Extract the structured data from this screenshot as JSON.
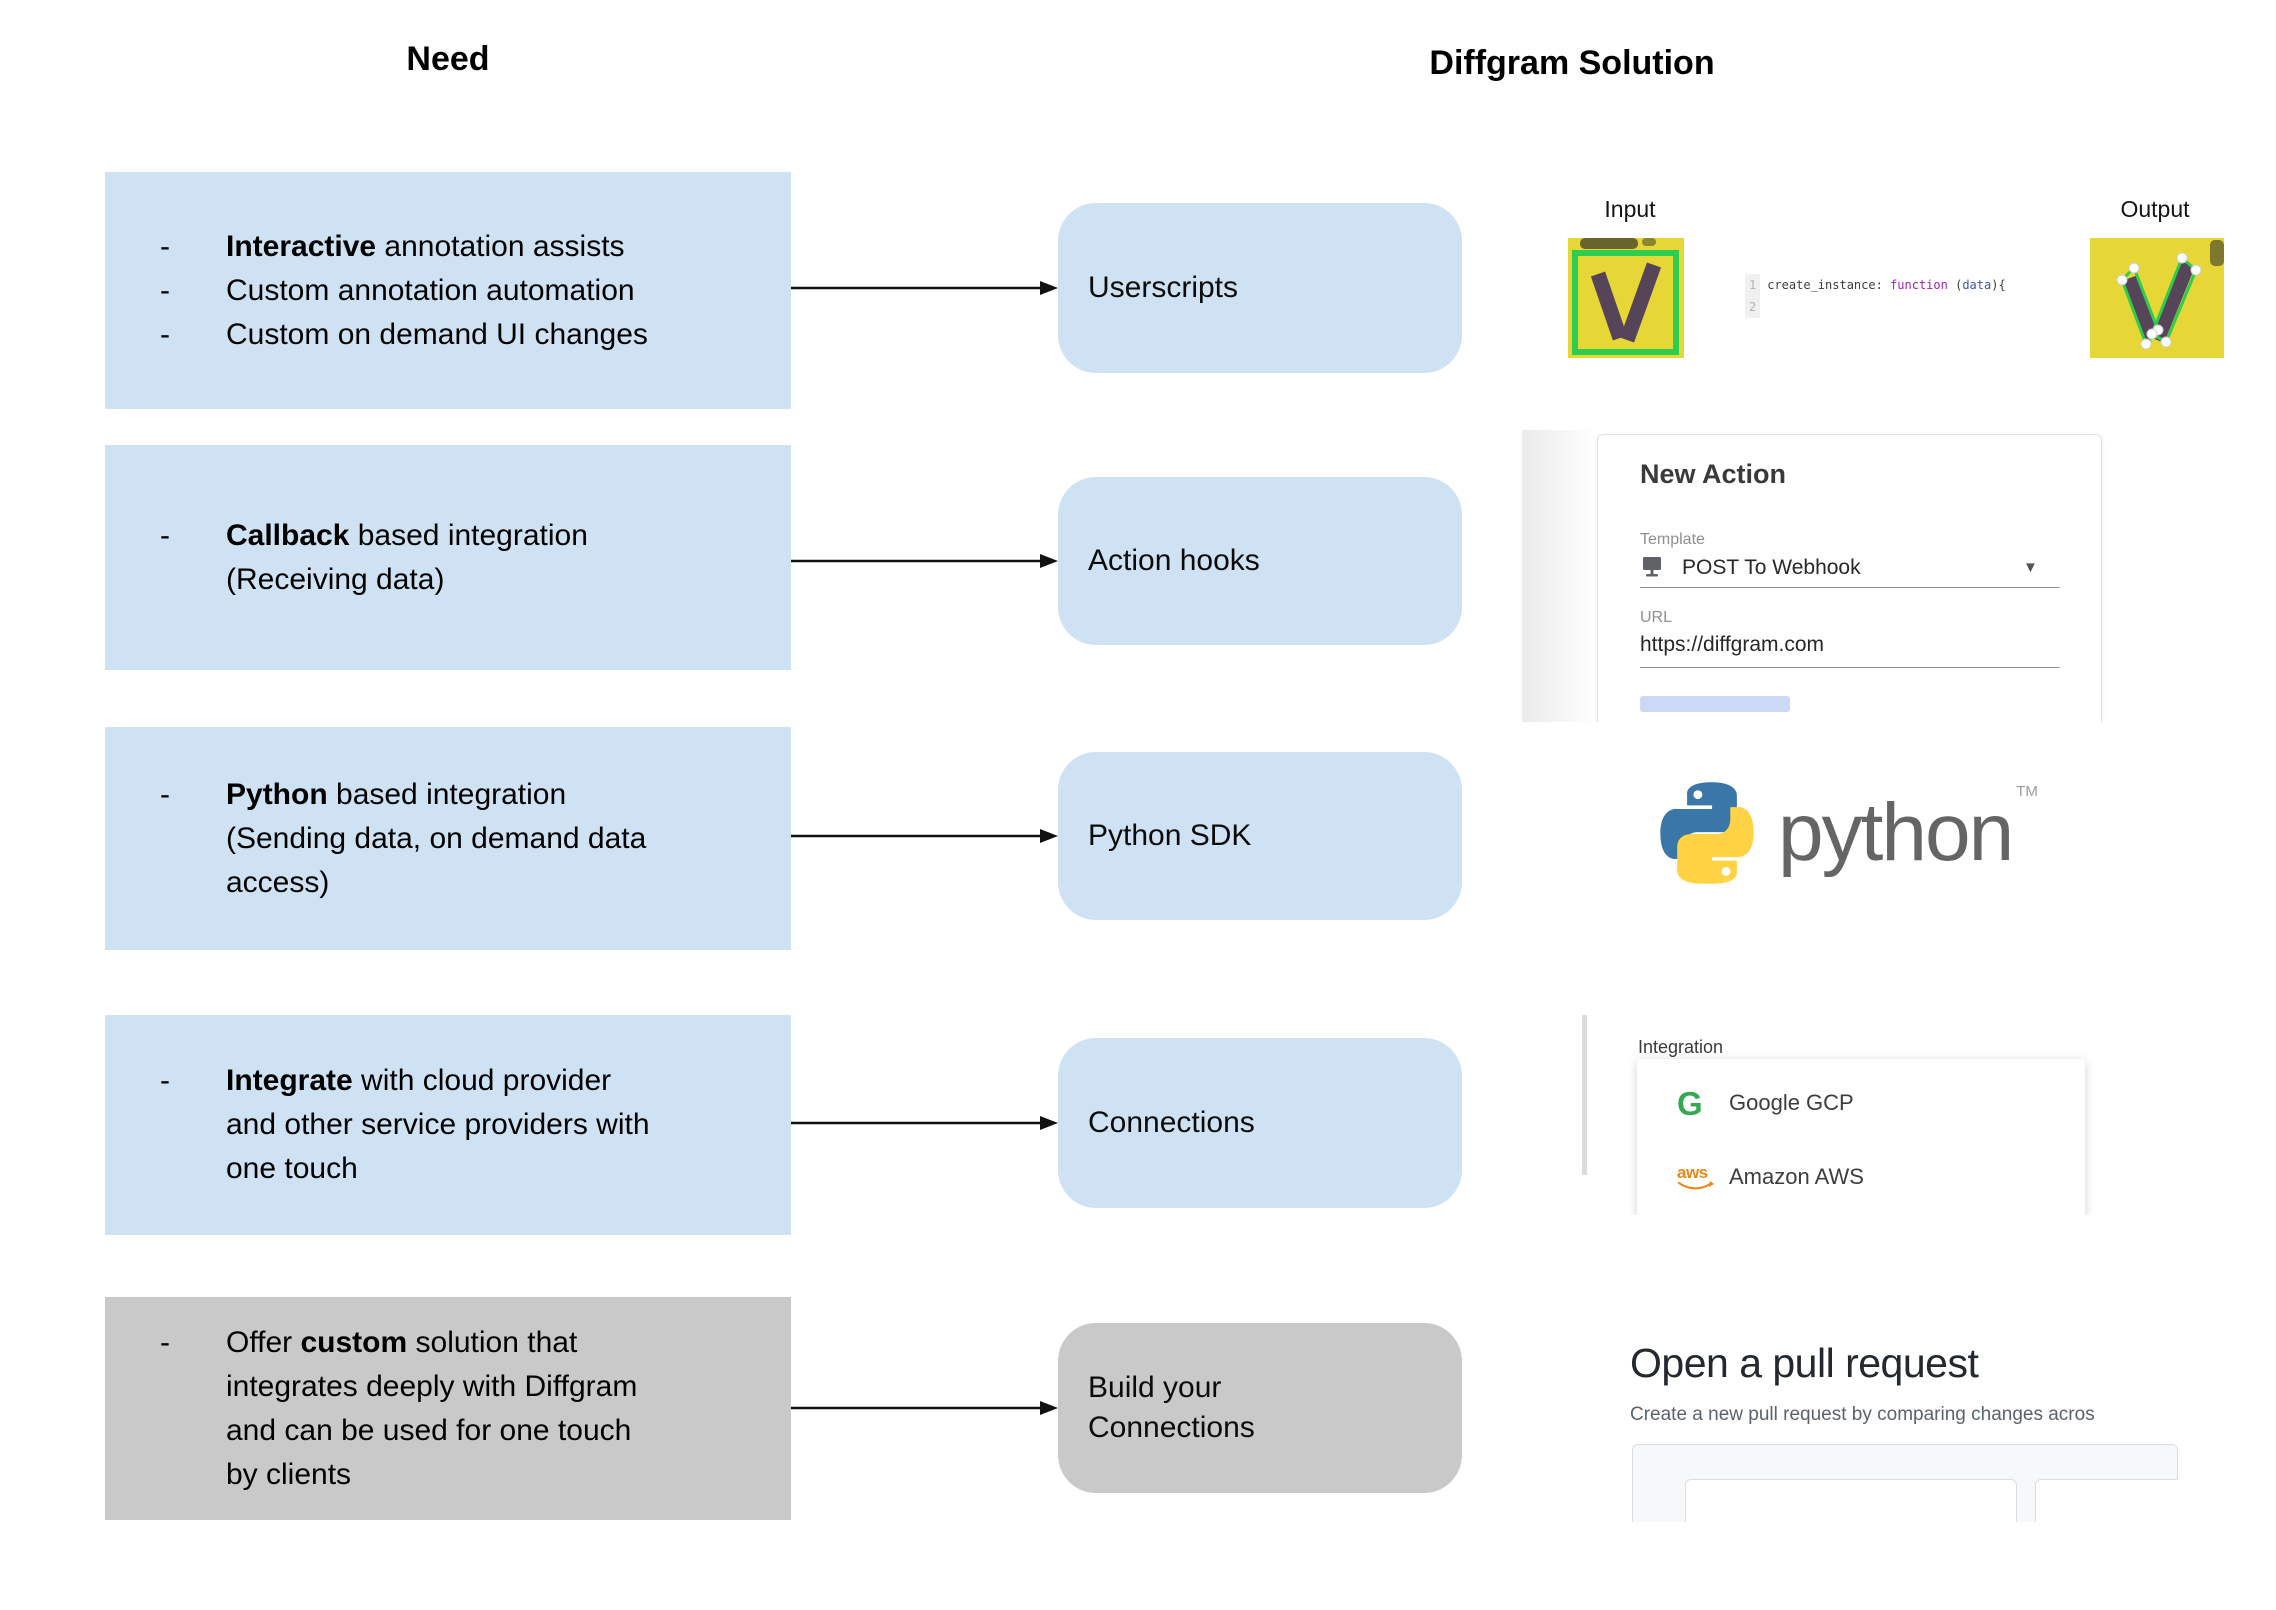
{
  "bullet_marker": "-",
  "header": {
    "need": "Need",
    "solution": "Diffgram Solution"
  },
  "rows": [
    {
      "need": {
        "bullets": [
          {
            "lines": [
              {
                "bold": "Interactive",
                "post": " annotation assists"
              }
            ]
          },
          {
            "lines": [
              {
                "pre": "Custom annotation automation"
              }
            ]
          },
          {
            "lines": [
              {
                "pre": "Custom on demand UI changes"
              }
            ]
          }
        ]
      },
      "solution": {
        "label": "Userscripts"
      }
    },
    {
      "need": {
        "bullets": [
          {
            "lines": [
              {
                "bold": "Callback",
                "post": " based integration"
              },
              {
                "pre": "(Receiving data)"
              }
            ]
          }
        ]
      },
      "solution": {
        "label": "Action hooks"
      }
    },
    {
      "need": {
        "bullets": [
          {
            "lines": [
              {
                "bold": "Python",
                "post": " based integration"
              },
              {
                "pre": "(Sending data, on demand data"
              },
              {
                "pre": "access)"
              }
            ]
          }
        ]
      },
      "solution": {
        "label": "Python SDK"
      }
    },
    {
      "need": {
        "bullets": [
          {
            "lines": [
              {
                "bold": "Integrate",
                "post": " with cloud provider"
              },
              {
                "pre": "and other service providers with"
              },
              {
                "pre": "one touch"
              }
            ]
          }
        ]
      },
      "solution": {
        "label": "Connections"
      }
    },
    {
      "need": {
        "bullets": [
          {
            "lines": [
              {
                "pre": "Offer ",
                "bold": "custom",
                "post": " solution that"
              },
              {
                "pre": "integrates deeply with Diffgram"
              },
              {
                "pre": "and can be used for one touch"
              },
              {
                "pre": "by clients"
              }
            ]
          }
        ]
      },
      "solution": {
        "label": "Build your",
        "label2": "Connections"
      }
    }
  ],
  "illustrations": {
    "userscripts": {
      "input_label": "Input",
      "output_label": "Output",
      "code": {
        "line1_number": "1",
        "line2_number": "2",
        "part1": "create_instance: ",
        "keyword": "function",
        "part2": " (",
        "variable": "data",
        "part3": "){"
      }
    },
    "action_hooks": {
      "title": "New Action",
      "template_label": "Template",
      "template_value": "POST To Webhook",
      "dropdown_caret": "▼",
      "url_label": "URL",
      "url_value": "https://diffgram.com"
    },
    "python_sdk": {
      "wordmark": "python",
      "trademark": "TM"
    },
    "connections": {
      "panel_label": "Integration",
      "google_logo_text": "G",
      "aws_logo_text": "aws",
      "items": [
        {
          "name": "Google GCP"
        },
        {
          "name": "Amazon AWS"
        }
      ]
    },
    "build_your_connections": {
      "title": "Open a pull request",
      "subtitle": "Create a new pull request by comparing changes acros"
    }
  },
  "colors": {
    "need_box_blue": "#cfe2f3",
    "gray_box": "#c9c9c9",
    "code_keyword": "#9c27b0",
    "code_variable": "#4054b2",
    "google_green": "#34a853",
    "aws_orange": "#e8871a",
    "bbox_green": "#2ecc4f"
  }
}
